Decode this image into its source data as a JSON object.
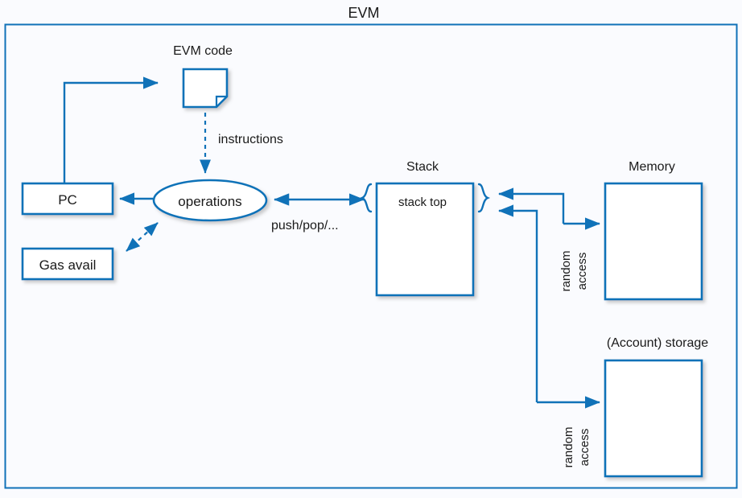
{
  "diagram": {
    "title": "EVM",
    "background_color": "#fafbfe",
    "accent_color": "#1072b8",
    "text_color": "#1a1a1a",
    "shape_fill": "#ffffff",
    "nodes": {
      "evm_code": {
        "label": "EVM code",
        "shape": "document"
      },
      "pc": {
        "label": "PC",
        "shape": "rectangle"
      },
      "gas": {
        "label": "Gas avail",
        "shape": "rectangle"
      },
      "operations": {
        "label": "operations",
        "shape": "ellipse"
      },
      "stack": {
        "label": "Stack",
        "shape": "rectangle",
        "inner_label": "stack top"
      },
      "memory": {
        "label": "Memory",
        "shape": "rectangle"
      },
      "storage": {
        "label": "(Account) storage",
        "shape": "rectangle"
      }
    },
    "edge_labels": {
      "instructions": "instructions",
      "push_pop": "push/pop/...",
      "memory_random": "random",
      "memory_access": "access",
      "storage_random": "random",
      "storage_access": "access"
    }
  }
}
